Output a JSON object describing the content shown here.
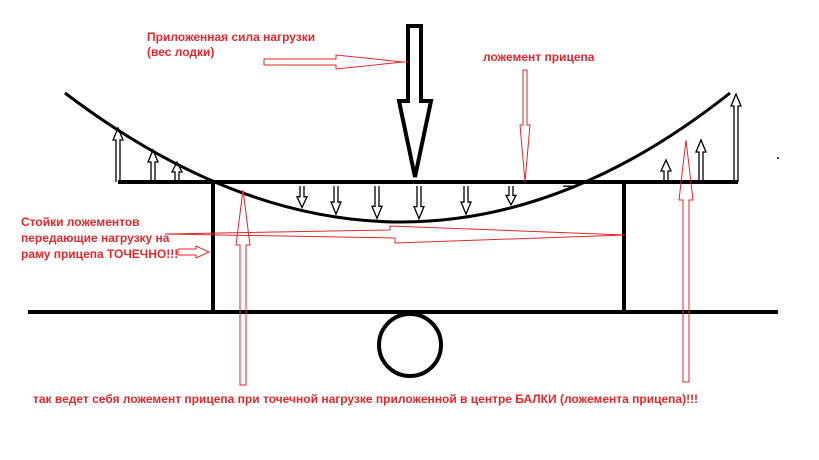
{
  "labels": {
    "applied_force_line1": "Приложенная сила нагрузки",
    "applied_force_line2": "(вес лодки)",
    "trailer_bunk": "ложемент прицепа",
    "posts_line1": "Стойки ложементов",
    "posts_line2": "передающие нагрузку на",
    "posts_line3": "раму прицепа ТОЧЕЧНО!!!",
    "conclusion": "так ведет себя ложемент прицепа при точечной нагрузке приложенной в центре БАЛКИ (ложемента прицепа)!!!"
  },
  "colors": {
    "annotation": "#e3262b",
    "drawing": "#000000"
  }
}
